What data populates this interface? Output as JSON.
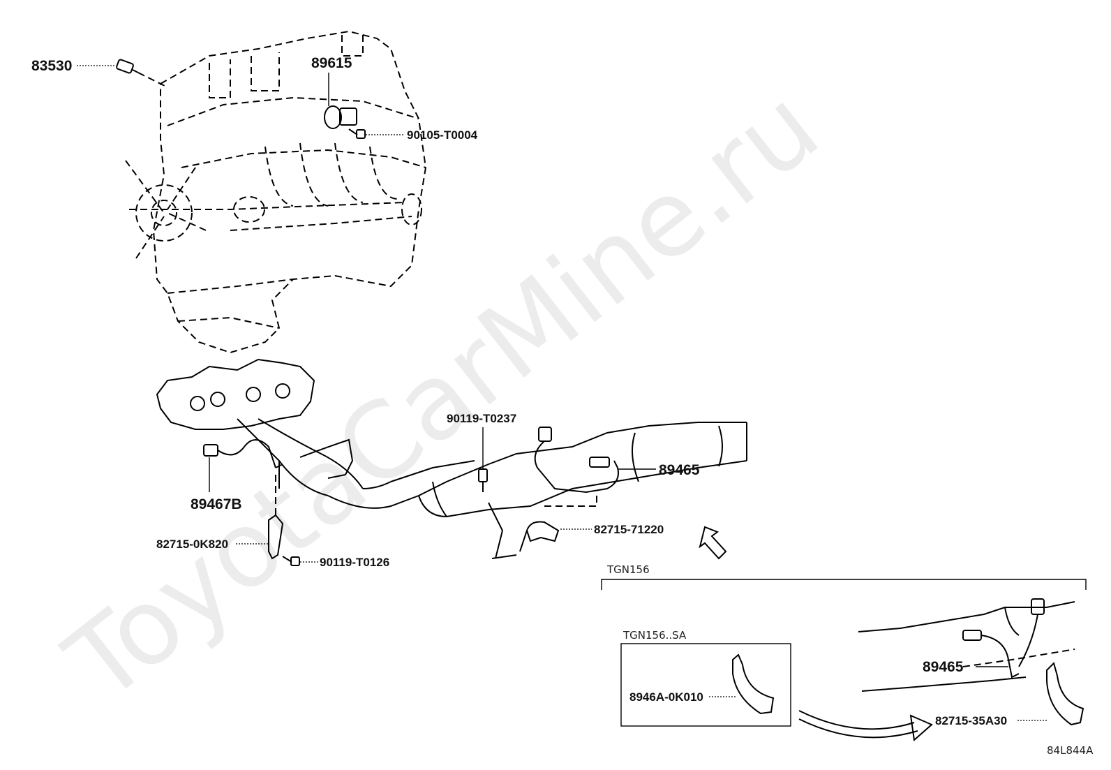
{
  "watermark": "ToyotaCarMine.ru",
  "diagram_code": "84L844A",
  "group_labels": {
    "tgn156": "TGN156",
    "tgn156_sa": "TGN156..SA"
  },
  "parts": {
    "p83530": "83530",
    "p89615": "89615",
    "p90105": "90105-T0004",
    "p90119a": "90119-T0237",
    "p89465a": "89465",
    "p89467b": "89467B",
    "p82715_71220": "82715-71220",
    "p82715_0k820": "82715-0K820",
    "p90119b": "90119-T0126",
    "p8946a": "8946A-0K010",
    "p89465b": "89465",
    "p82715_35a30": "82715-35A30"
  }
}
